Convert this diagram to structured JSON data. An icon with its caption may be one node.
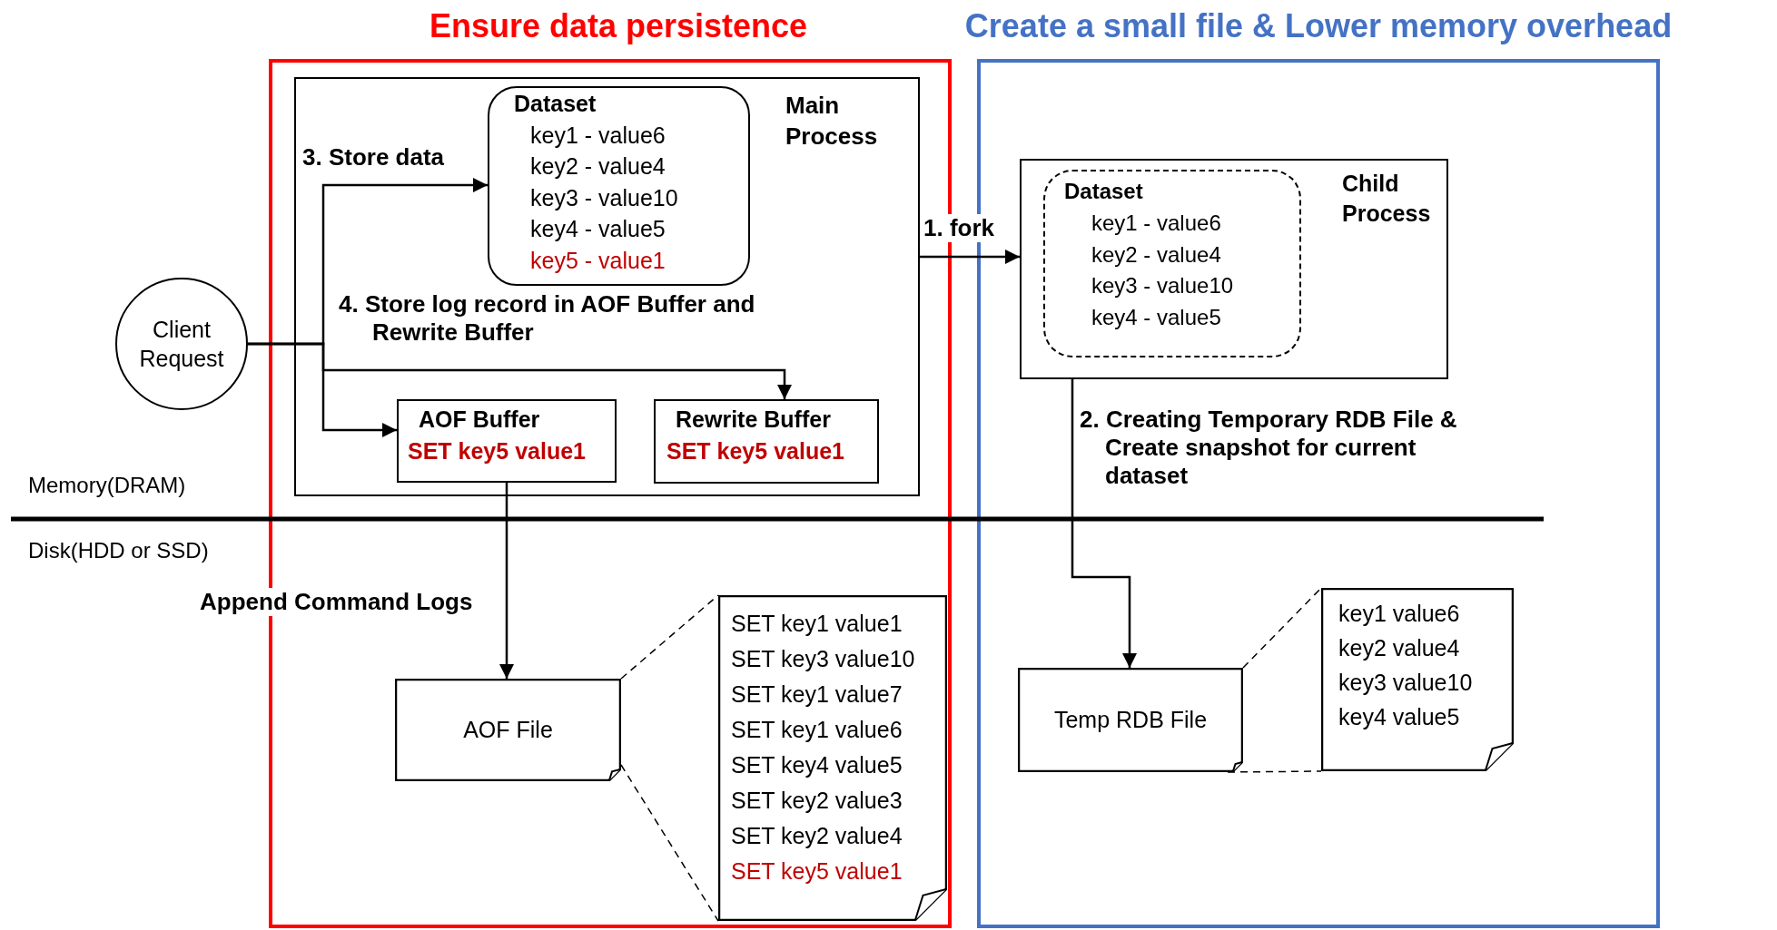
{
  "diagram": {
    "nodes": [
      {
        "text": [
          "Ensure data persistence"
        ]
      },
      {
        "text": [
          "Create a small file & Lower memory overhead"
        ]
      },
      {
        "text": [
          "Main Process"
        ],
        "in": 0
      },
      {
        "text": [
          "Dataset",
          "key1 - value6",
          "key2 - value4",
          "key3 - value10",
          "key4 - value5",
          "key5 - value1"
        ],
        "in": 2
      },
      {
        "text": [
          "Client Request"
        ]
      },
      {
        "text": [
          "AOF Buffer",
          "SET key5 value1"
        ],
        "in": 2
      },
      {
        "text": [
          "Rewrite Buffer",
          "SET key5 value1"
        ],
        "in": 2
      },
      {
        "text": [
          "Child Process"
        ],
        "in": 1
      },
      {
        "text": [
          "Dataset",
          "key1 - value6",
          "key2 - value4",
          "key3 - value10",
          "key4 - value5"
        ],
        "in": 7
      },
      {
        "text": [
          "Temp RDB File"
        ],
        "in": 1
      },
      {
        "text": [
          "key1 value6",
          "key2 value4",
          "key3 value10",
          "key4 value5"
        ],
        "in": 1
      },
      {
        "text": [
          "AOF File"
        ],
        "in": 0
      },
      {
        "text": [
          "SET key1 value1",
          "SET key3 value10",
          "SET key1 value7",
          "SET key1 value6",
          "SET key4 value5",
          "SET key2 value3",
          "SET key2 value4",
          "SET key5 value1"
        ],
        "in": 0
      }
    ],
    "edges": [
      {
        "from": 4,
        "to": 3,
        "arrow": "to",
        "label": "3. Store data"
      },
      {
        "from": 4,
        "to": 5,
        "arrow": "to"
      },
      {
        "from": 4,
        "to": 6,
        "arrow": "to",
        "label": "4. Store log record in AOF Buffer and Rewrite Buffer"
      },
      {
        "from": 2,
        "to": 7,
        "arrow": "to",
        "label": "1. fork"
      },
      {
        "from": 7,
        "to": 9,
        "arrow": "to",
        "label": "2. Creating Temporary RDB File & Create snapshot for current dataset"
      },
      {
        "from": 5,
        "to": 11,
        "arrow": "to",
        "label": "Append Command Logs"
      },
      {
        "from": 11,
        "to": 12,
        "arrow": "none",
        "style": "dashed"
      },
      {
        "from": 11,
        "to": 12,
        "arrow": "none",
        "style": "dashed"
      },
      {
        "from": 9,
        "to": 10,
        "arrow": "none",
        "style": "dashed"
      },
      {
        "from": 9,
        "to": 10,
        "arrow": "none",
        "style": "dashed"
      }
    ],
    "labels": [
      "Memory(DRAM)",
      "Disk(HDD or SSD)"
    ]
  }
}
